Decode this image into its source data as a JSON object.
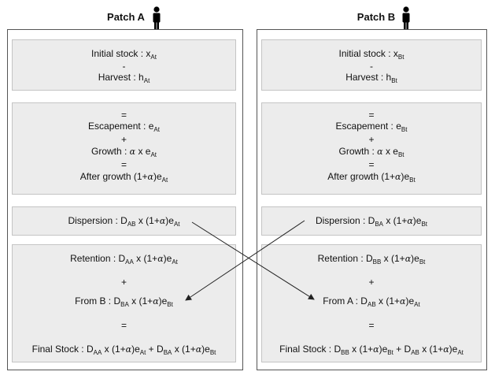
{
  "patch_a": {
    "title": "Patch A",
    "box1": {
      "initial_stock": "Initial stock : x",
      "initial_sub": "At",
      "minus": "-",
      "harvest": "Harvest : h",
      "harvest_sub": "At"
    },
    "box2": {
      "eq1": "=",
      "escapement": "Escapement : e",
      "escapement_sub": "At",
      "plus": "+",
      "growth_pre": "Growth : ",
      "alpha": "α",
      "growth_post": " x e",
      "growth_sub": "At",
      "eq2": "=",
      "after_pre": "After growth (1+",
      "after_post": ")e",
      "after_sub": "At"
    },
    "box3": {
      "dispersion_pre": "Dispersion : D",
      "dispersion_sub": "AB",
      "dispersion_mid": " x (1+",
      "dispersion_post": ")e",
      "dispersion_sub2": "At"
    },
    "box4": {
      "retention_pre": "Retention : D",
      "retention_sub": "AA",
      "retention_mid": " x (1+",
      "retention_post": ")e",
      "retention_sub2": "At",
      "plus": "+",
      "from_pre": "From B : D",
      "from_sub": "BA",
      "from_mid": " x (1+",
      "from_post": ")e",
      "from_sub2": "Bt",
      "eq": "=",
      "final_pre": "Final Stock : D",
      "final_sub1": "AA",
      "final_mid1": " x (1+",
      "final_post1": ")e",
      "final_sub2": "At",
      "final_plus": " + D",
      "final_sub3": "BA",
      "final_mid2": " x (1+",
      "final_post2": ")e",
      "final_sub4": "Bt"
    }
  },
  "patch_b": {
    "title": "Patch B",
    "box1": {
      "initial_stock": "Initial stock : x",
      "initial_sub": "Bt",
      "minus": "-",
      "harvest": "Harvest : h",
      "harvest_sub": "Bt"
    },
    "box2": {
      "eq1": "=",
      "escapement": "Escapement : e",
      "escapement_sub": "Bt",
      "plus": "+",
      "growth_pre": "Growth : ",
      "alpha": "α",
      "growth_post": " x e",
      "growth_sub": "Bt",
      "eq2": "=",
      "after_pre": "After growth (1+",
      "after_post": ")e",
      "after_sub": "Bt"
    },
    "box3": {
      "dispersion_pre": "Dispersion : D",
      "dispersion_sub": "BA",
      "dispersion_mid": " x (1+",
      "dispersion_post": ")e",
      "dispersion_sub2": "Bt"
    },
    "box4": {
      "retention_pre": "Retention : D",
      "retention_sub": "BB",
      "retention_mid": " x (1+",
      "retention_post": ")e",
      "retention_sub2": "Bt",
      "plus": "+",
      "from_pre": "From A : D",
      "from_sub": "AB",
      "from_mid": " x (1+",
      "from_post": ")e",
      "from_sub2": "At",
      "eq": "=",
      "final_pre": "Final Stock : D",
      "final_sub1": "BB",
      "final_mid1": " x (1+",
      "final_post1": ")e",
      "final_sub2": "Bt",
      "final_plus": " + D",
      "final_sub3": "AB",
      "final_mid2": " x (1+",
      "final_post2": ")e",
      "final_sub4": "At"
    }
  },
  "colors": {
    "box_fill": "#ececec",
    "box_border": "#c4c4c4",
    "outer_border": "#555555",
    "arrow": "#222222"
  },
  "icons": {
    "person": "person-icon"
  }
}
